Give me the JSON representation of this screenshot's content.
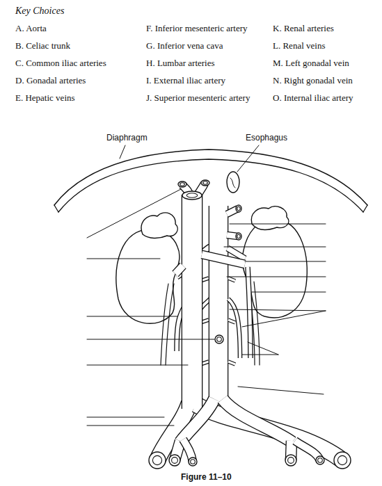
{
  "diagram": {
    "title": "Key Choices",
    "caption": "Figure 11–10",
    "labels": [
      "A. Aorta",
      "B. Celiac trunk",
      "C. Common iliac arteries",
      "D. Gonadal arteries",
      "E. Hepatic veins",
      "F. Inferior mesenteric artery",
      "G. Inferior vena cava",
      "H. Lumbar arteries",
      "I. External iliac artery",
      "J. Superior mesenteric artery",
      "K. Renal arteries",
      "L. Renal veins",
      "M. Left gonadal vein",
      "N. Right gonadal vein",
      "O. Internal iliac artery",
      "Diaphragm",
      "Esophagus"
    ]
  }
}
